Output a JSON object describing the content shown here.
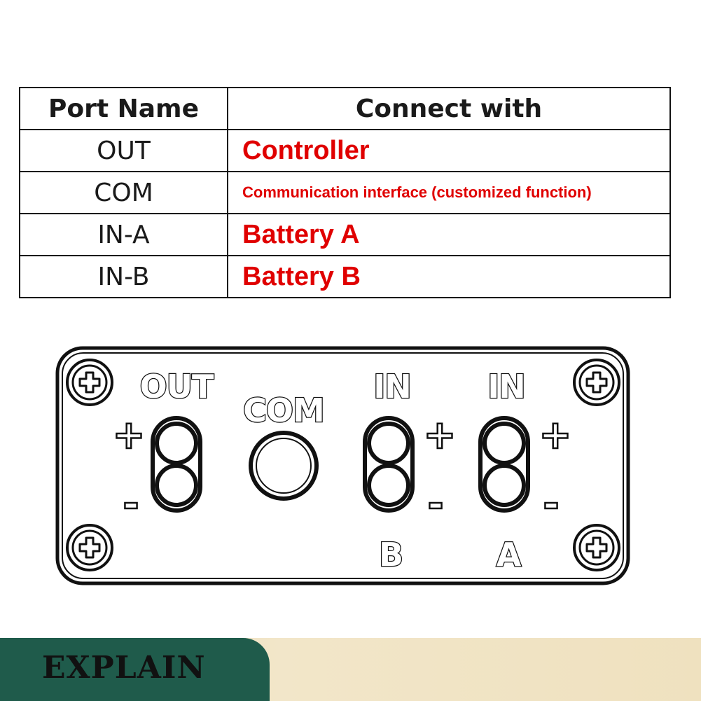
{
  "table": {
    "headers": [
      "Port Name",
      "Connect with"
    ],
    "rows": [
      {
        "port": "OUT",
        "connect": "Controller"
      },
      {
        "port": "COM",
        "connect": "Communication interface (customized function)"
      },
      {
        "port": "IN-A",
        "connect": "Battery A"
      },
      {
        "port": "IN-B",
        "connect": "Battery B"
      }
    ]
  },
  "panel": {
    "labels": {
      "out": "OUT",
      "com": "COM",
      "in_b": "IN",
      "in_a": "IN",
      "b": "B",
      "a": "A",
      "plus": "+",
      "minus": "-"
    }
  },
  "footer": {
    "label": "EXPLAIN"
  },
  "colors": {
    "connect_text": "#e00000",
    "footer_tab": "#1f5b4b",
    "footer_band": "#efe1bf"
  },
  "icons": [
    "screw-icon",
    "screw-icon",
    "screw-icon",
    "screw-icon"
  ]
}
